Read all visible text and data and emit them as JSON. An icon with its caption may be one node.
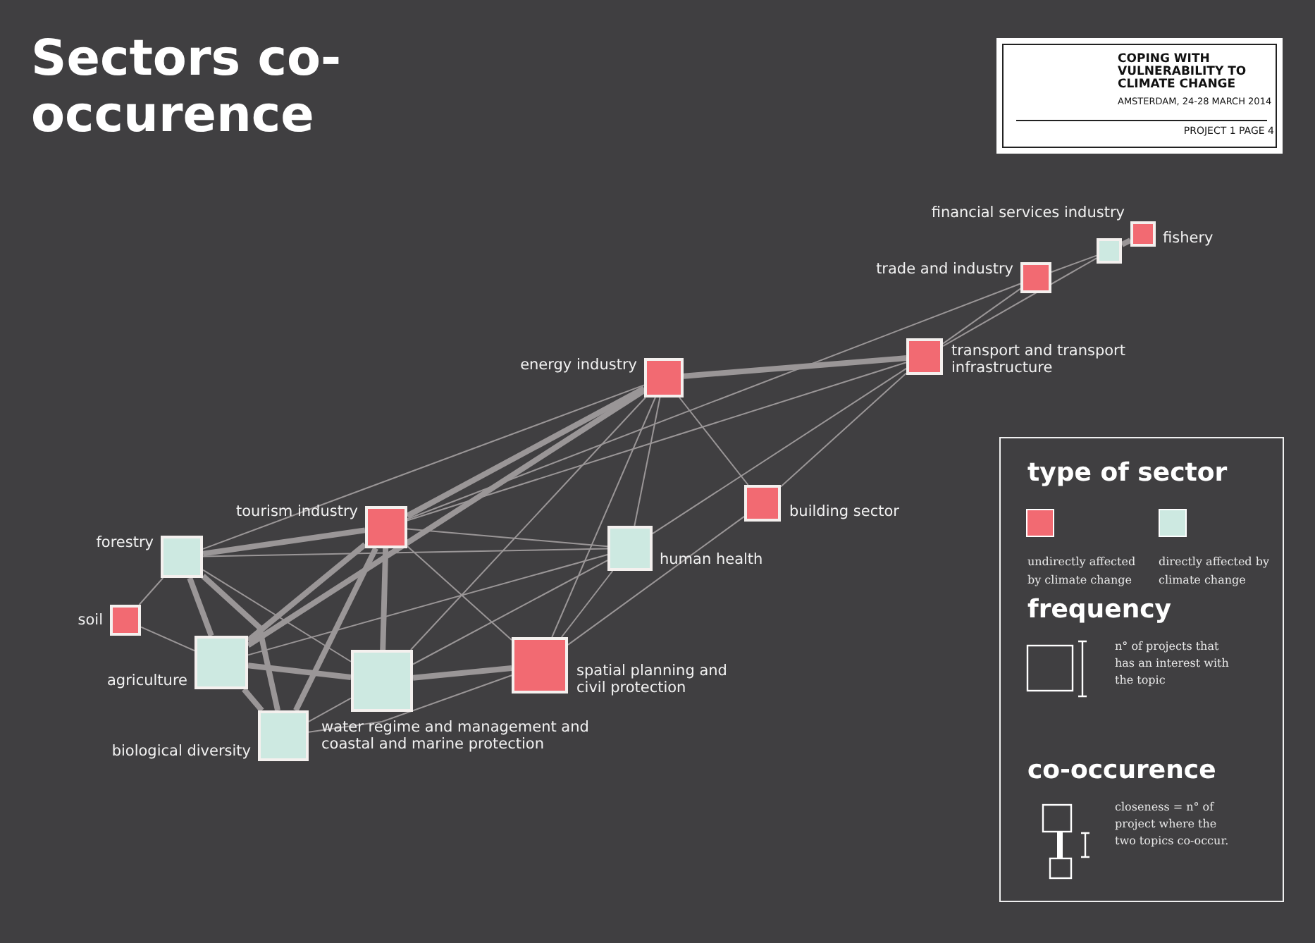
{
  "diagram": {
    "title": "Sectors co-occurence",
    "nodes": [
      {
        "text": [
          "energy industry"
        ]
      },
      {
        "text": [
          "trade and industry"
        ]
      },
      {
        "text": [
          "financial services industry"
        ]
      },
      {
        "text": [
          "fishery"
        ]
      },
      {
        "text": [
          "transport and transport infrastructure"
        ]
      },
      {
        "text": [
          "building sector"
        ]
      },
      {
        "text": [
          "tourism industry"
        ]
      },
      {
        "text": [
          "human health"
        ]
      },
      {
        "text": [
          "forestry"
        ]
      },
      {
        "text": [
          "soil"
        ]
      },
      {
        "text": [
          "agriculture"
        ]
      },
      {
        "text": [
          "water regime and management and coastal and marine protection"
        ]
      },
      {
        "text": [
          "spatial planning and civil protection"
        ]
      },
      {
        "text": [
          "biological diversity"
        ]
      }
    ],
    "edges": [
      {
        "from": 3,
        "to": 2,
        "arrow": "none",
        "style": "thick"
      },
      {
        "from": 2,
        "to": 1,
        "arrow": "none"
      },
      {
        "from": 2,
        "to": 4,
        "arrow": "none"
      },
      {
        "from": 1,
        "to": 4,
        "arrow": "none"
      },
      {
        "from": 1,
        "to": 6,
        "arrow": "none"
      },
      {
        "from": 4,
        "to": 0,
        "arrow": "none",
        "style": "thick"
      },
      {
        "from": 4,
        "to": 6,
        "arrow": "none"
      },
      {
        "from": 4,
        "to": 7,
        "arrow": "none"
      },
      {
        "from": 4,
        "to": 5,
        "arrow": "none"
      },
      {
        "from": 0,
        "to": 6,
        "arrow": "none",
        "style": "thick"
      },
      {
        "from": 0,
        "to": 10,
        "arrow": "none",
        "style": "thick"
      },
      {
        "from": 0,
        "to": 8,
        "arrow": "none"
      },
      {
        "from": 0,
        "to": 7,
        "arrow": "none"
      },
      {
        "from": 0,
        "to": 5,
        "arrow": "none"
      },
      {
        "from": 0,
        "to": 12,
        "arrow": "none"
      },
      {
        "from": 0,
        "to": 11,
        "arrow": "none"
      },
      {
        "from": 6,
        "to": 8,
        "arrow": "none",
        "style": "thick"
      },
      {
        "from": 6,
        "to": 10,
        "arrow": "none",
        "style": "thick"
      },
      {
        "from": 6,
        "to": 11,
        "arrow": "none",
        "style": "thick"
      },
      {
        "from": 6,
        "to": 13,
        "arrow": "none",
        "style": "thick"
      },
      {
        "from": 6,
        "to": 7,
        "arrow": "none"
      },
      {
        "from": 6,
        "to": 12,
        "arrow": "none"
      },
      {
        "from": 8,
        "to": 7,
        "arrow": "none"
      },
      {
        "from": 8,
        "to": 10,
        "arrow": "none",
        "style": "thick"
      },
      {
        "from": 8,
        "to": 13,
        "arrow": "none",
        "style": "thick"
      },
      {
        "from": 8,
        "to": 11,
        "arrow": "none"
      },
      {
        "from": 8,
        "to": 9,
        "arrow": "none"
      },
      {
        "from": 9,
        "to": 10,
        "arrow": "none"
      },
      {
        "from": 10,
        "to": 11,
        "arrow": "none",
        "style": "thick"
      },
      {
        "from": 10,
        "to": 13,
        "arrow": "none",
        "style": "thick"
      },
      {
        "from": 10,
        "to": 7,
        "arrow": "none"
      },
      {
        "from": 11,
        "to": 12,
        "arrow": "none",
        "style": "thick"
      },
      {
        "from": 11,
        "to": 13,
        "arrow": "none"
      },
      {
        "from": 11,
        "to": 7,
        "arrow": "none"
      },
      {
        "from": 12,
        "to": 7,
        "arrow": "none"
      },
      {
        "from": 12,
        "to": 5,
        "arrow": "none"
      },
      {
        "from": 13,
        "to": 12,
        "arrow": "none"
      }
    ],
    "labels": [
      "COPING WITH VULNERABILITY TO CLIMATE CHANGE",
      "AMSTERDAM, 24-28 MARCH 2014",
      "PROJECT 1 PAGE 4",
      "type of sector",
      "frequency",
      "co-occurence"
    ],
    "legend": [
      {
        "text": "undirectly affected by climate change",
        "color": "#f26a72"
      },
      {
        "text": "directly affected by climate change",
        "color": "#cde9e1"
      },
      {
        "text": "n° of projects that has an interest with the topic"
      },
      {
        "text": "closeness = n° of project where the two topics co-occur."
      }
    ]
  }
}
